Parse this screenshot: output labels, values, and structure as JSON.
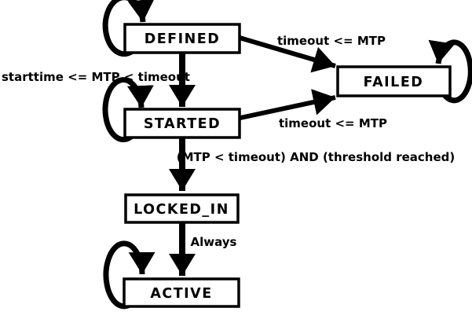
{
  "diagram": {
    "type": "state-machine",
    "colors": {
      "line": "#000000",
      "box_fill": "#ffffff",
      "background": "#ffffff"
    },
    "states": {
      "defined": {
        "label": "DEFINED"
      },
      "failed": {
        "label": "FAILED"
      },
      "started": {
        "label": "STARTED"
      },
      "locked_in": {
        "label": "LOCKED_IN"
      },
      "active": {
        "label": "ACTIVE"
      }
    },
    "transitions": {
      "defined_failed": {
        "from": "DEFINED",
        "to": "FAILED",
        "label": "timeout <= MTP"
      },
      "defined_started": {
        "from": "DEFINED",
        "to": "STARTED",
        "label": "starttime <= MTP < timeout"
      },
      "started_failed": {
        "from": "STARTED",
        "to": "FAILED",
        "label": "timeout <= MTP"
      },
      "started_locked_in": {
        "from": "STARTED",
        "to": "LOCKED_IN",
        "label": "(MTP < timeout) AND (threshold reached)"
      },
      "locked_in_active": {
        "from": "LOCKED_IN",
        "to": "ACTIVE",
        "label": "Always"
      },
      "defined_self": {
        "from": "DEFINED",
        "to": "DEFINED",
        "label": ""
      },
      "started_self": {
        "from": "STARTED",
        "to": "STARTED",
        "label": ""
      },
      "failed_self": {
        "from": "FAILED",
        "to": "FAILED",
        "label": ""
      },
      "active_self": {
        "from": "ACTIVE",
        "to": "ACTIVE",
        "label": ""
      }
    }
  }
}
